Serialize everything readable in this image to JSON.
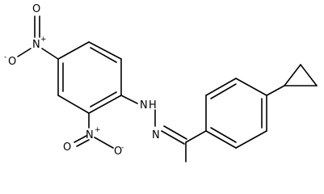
{
  "structure": {
    "atoms": {
      "nitro_top": {
        "N": "N",
        "charge": "+",
        "O_double": "O",
        "O_single": "O",
        "O_charge": "-"
      },
      "nitro_bottom": {
        "N": "N",
        "charge": "+",
        "O_double": "O",
        "O_single": "O",
        "O_charge": "-"
      },
      "amine_N": "N",
      "amine_H": "H",
      "hydrazone_N": "N"
    },
    "colors": {
      "bond": "#000000",
      "text": "#000000",
      "background": "#ffffff"
    }
  }
}
